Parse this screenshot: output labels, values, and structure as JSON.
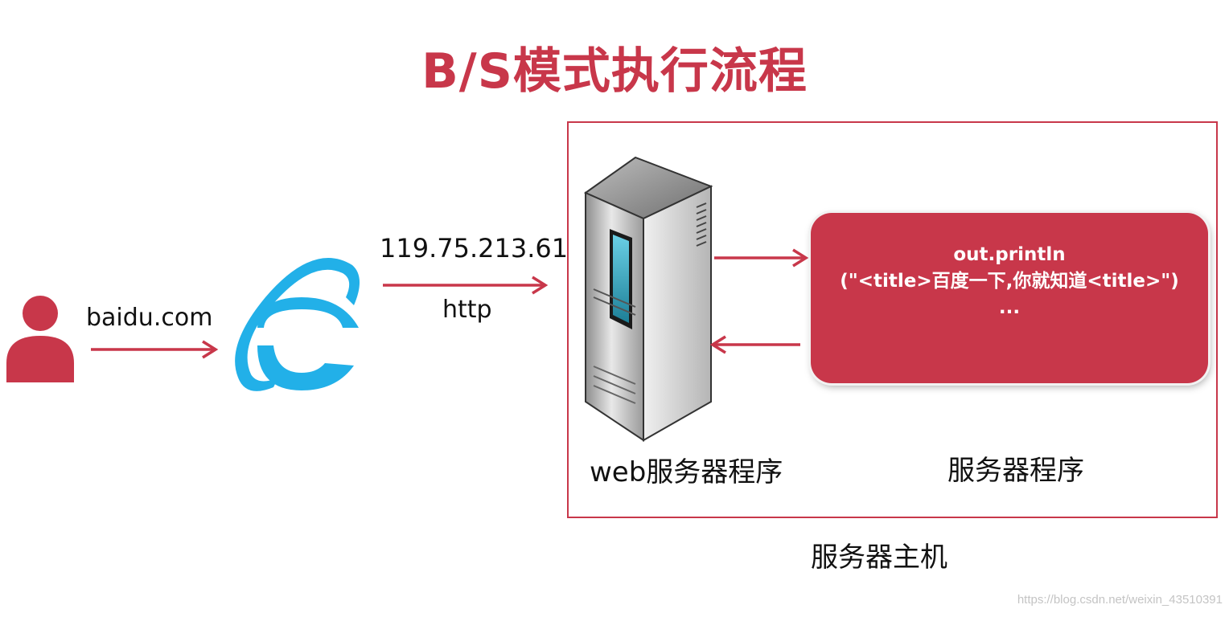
{
  "title": "B/S模式执行流程",
  "user": {
    "domain_label": "baidu.com"
  },
  "request": {
    "ip": "119.75.213.61",
    "protocol": "http"
  },
  "server": {
    "web_label": "web服务器程序",
    "program_label": "服务器程序",
    "host_label": "服务器主机",
    "code_lines": [
      "out.println",
      "(\"<title>百度一下,你就知道<title>\")",
      "..."
    ]
  },
  "watermark": "https://blog.csdn.net/weixin_43510391",
  "colors": {
    "accent": "#c8374a",
    "browser_blue": "#22b0e8"
  },
  "icons": [
    "user-icon",
    "browser-e-icon",
    "server-tower-icon"
  ]
}
